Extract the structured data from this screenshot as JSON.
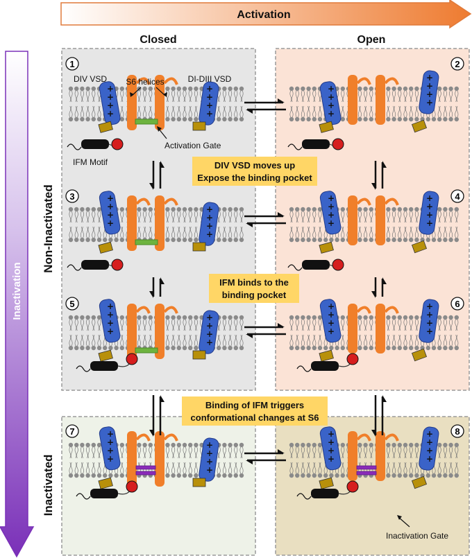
{
  "header": {
    "activation_label": "Activation",
    "inactivation_label": "Inactivation",
    "closed_label": "Closed",
    "open_label": "Open",
    "non_inactivated_label": "Non-Inactivated",
    "inactivated_label": "Inactivated"
  },
  "panels": [
    {
      "num": "1"
    },
    {
      "num": "2"
    },
    {
      "num": "3"
    },
    {
      "num": "4"
    },
    {
      "num": "5"
    },
    {
      "num": "6"
    },
    {
      "num": "7"
    },
    {
      "num": "8"
    }
  ],
  "annotations": {
    "s6_helices": "S6 helices",
    "div_vsd": "DIV VSD",
    "di_diii_vsd": "DI-DIII VSD",
    "activation_gate": "Activation Gate",
    "ifm_motif": "IFM Motif",
    "inactivation_gate": "Inactivation Gate"
  },
  "callouts": [
    {
      "line1": "DIV VSD moves up",
      "line2": "Expose the binding pocket"
    },
    {
      "line1": "IFM binds to the",
      "line2": "binding pocket"
    },
    {
      "line1": "Binding of IFM triggers",
      "line2": "conformational changes at S6"
    }
  ],
  "colors": {
    "closed_bg": "#e6e6e6",
    "open_bg": "#fbe3d6",
    "inact_closed_bg": "#eef2e8",
    "inact_open_bg": "#e9dfc1",
    "orange": "#f07f2a",
    "blue": "#3a63c8",
    "gold": "#b8900a",
    "callout": "#ffd666",
    "purple": "#7a30b8"
  }
}
